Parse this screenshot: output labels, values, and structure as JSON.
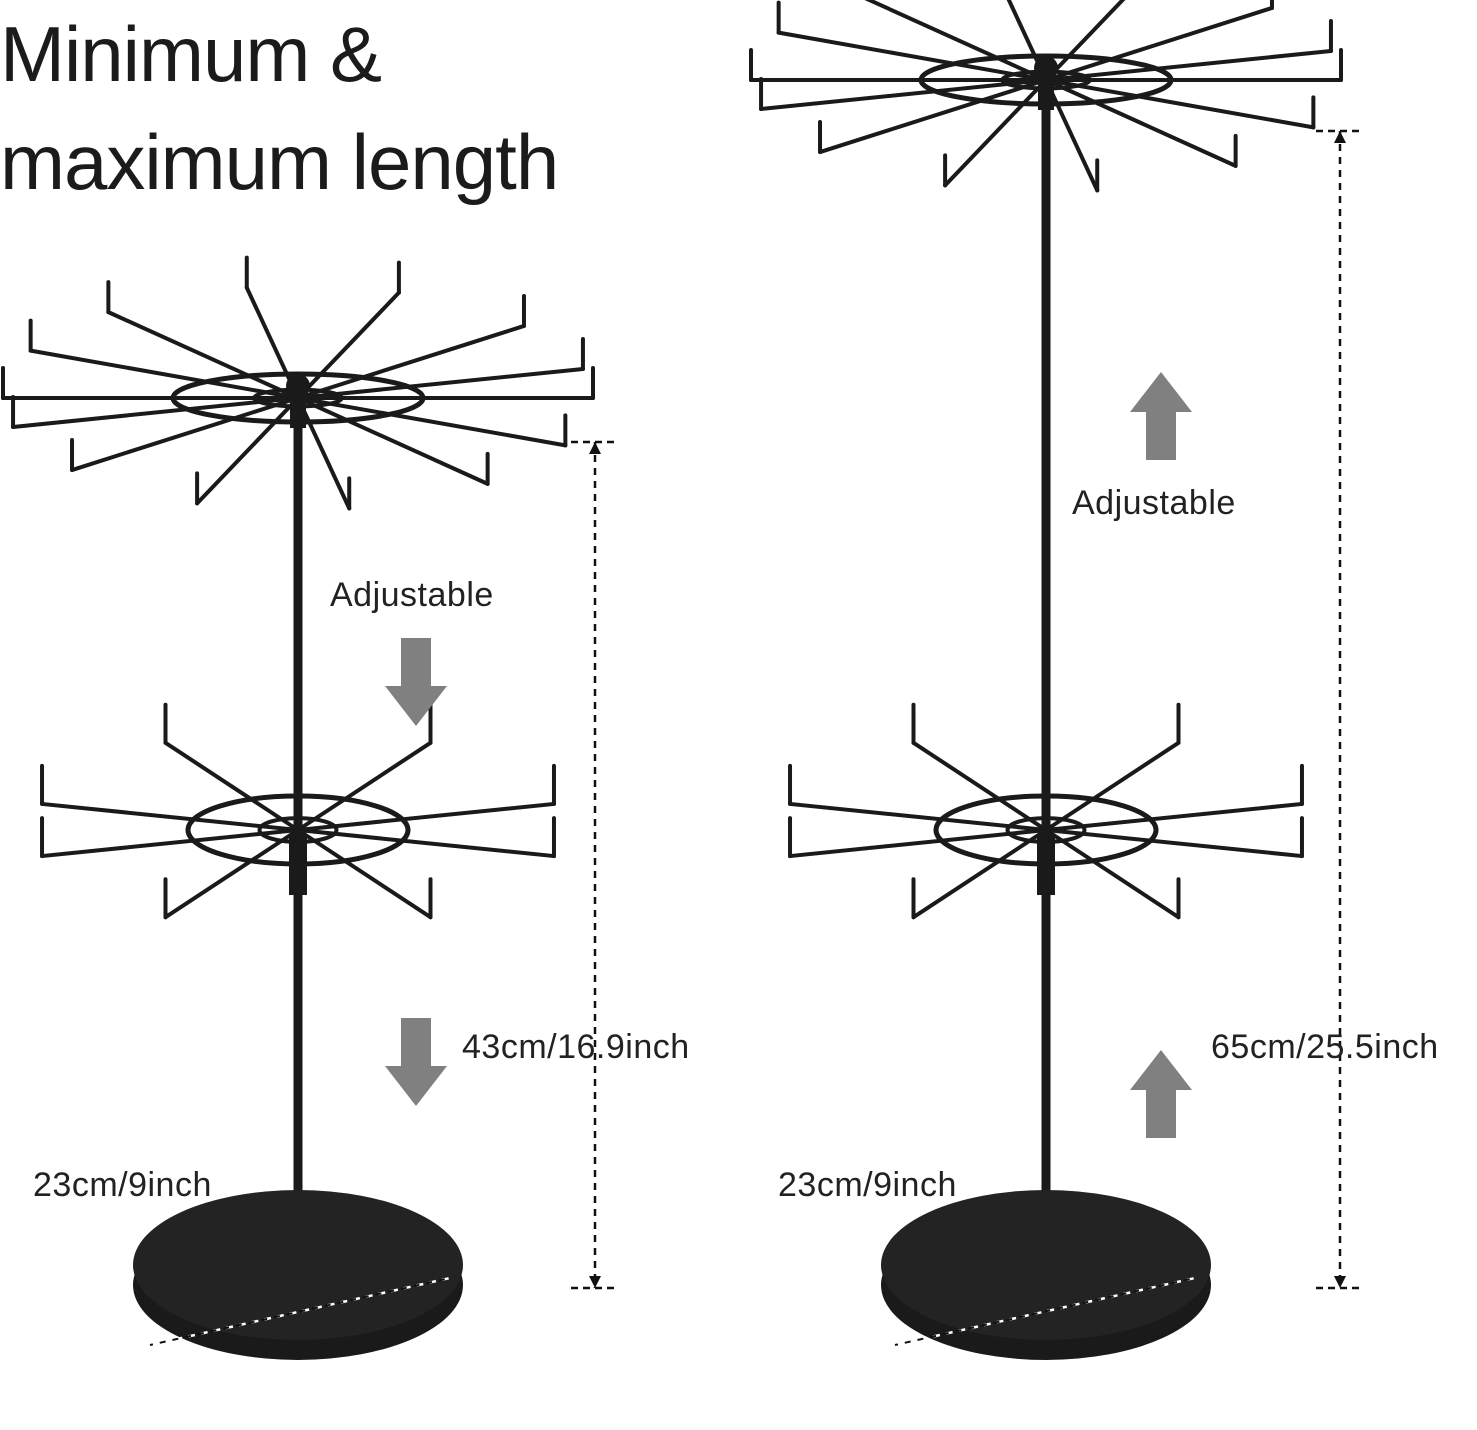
{
  "heading": {
    "line1": "Minimum &",
    "line2": "maximum length"
  },
  "left_stand": {
    "adjust_label": "Adjustable",
    "height_label": "43cm/16.9inch",
    "base_label": "23cm/9inch",
    "arrow_direction": "down"
  },
  "right_stand": {
    "adjust_label": "Adjustable",
    "height_label": "65cm/25.5inch",
    "base_label": "23cm/9inch",
    "arrow_direction": "up"
  },
  "colors": {
    "metal": "#1a1a1a",
    "arrow": "#808080",
    "text": "#222222"
  }
}
